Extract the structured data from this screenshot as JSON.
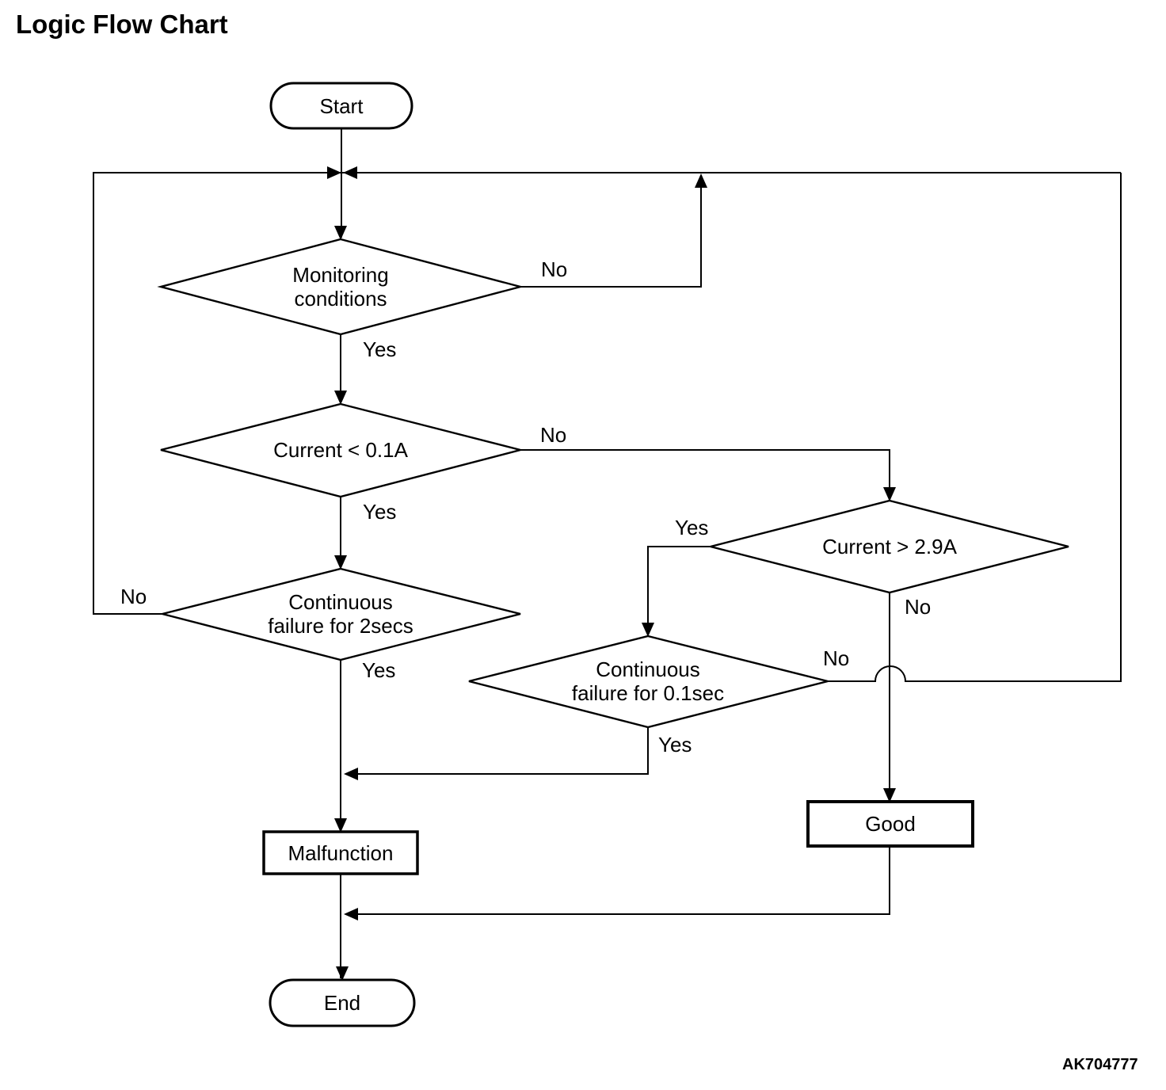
{
  "title": "Logic Flow Chart",
  "figure_code": "AK704777",
  "colors": {
    "ink": "#000000",
    "background": "#ffffff"
  },
  "nodes": {
    "start": {
      "type": "terminator",
      "label": "Start"
    },
    "monitoring_conditions": {
      "type": "decision",
      "line1": "Monitoring",
      "line2": "conditions"
    },
    "current_lt_01a": {
      "type": "decision",
      "label": "Current < 0.1A"
    },
    "continuous_failure_2secs": {
      "type": "decision",
      "line1": "Continuous",
      "line2": "failure for 2secs"
    },
    "current_gt_29a": {
      "type": "decision",
      "label": "Current > 2.9A"
    },
    "continuous_failure_01sec": {
      "type": "decision",
      "line1": "Continuous",
      "line2": "failure for 0.1sec"
    },
    "malfunction": {
      "type": "process",
      "label": "Malfunction"
    },
    "good": {
      "type": "process",
      "label": "Good"
    },
    "end": {
      "type": "terminator",
      "label": "End"
    }
  },
  "edge_labels": {
    "monitoring_no": "No",
    "monitoring_yes": "Yes",
    "current_lt_no": "No",
    "current_lt_yes": "Yes",
    "failure_2secs_no": "No",
    "failure_2secs_yes": "Yes",
    "current_gt_yes": "Yes",
    "current_gt_no": "No",
    "failure_01sec_no": "No",
    "failure_01sec_yes": "Yes"
  }
}
